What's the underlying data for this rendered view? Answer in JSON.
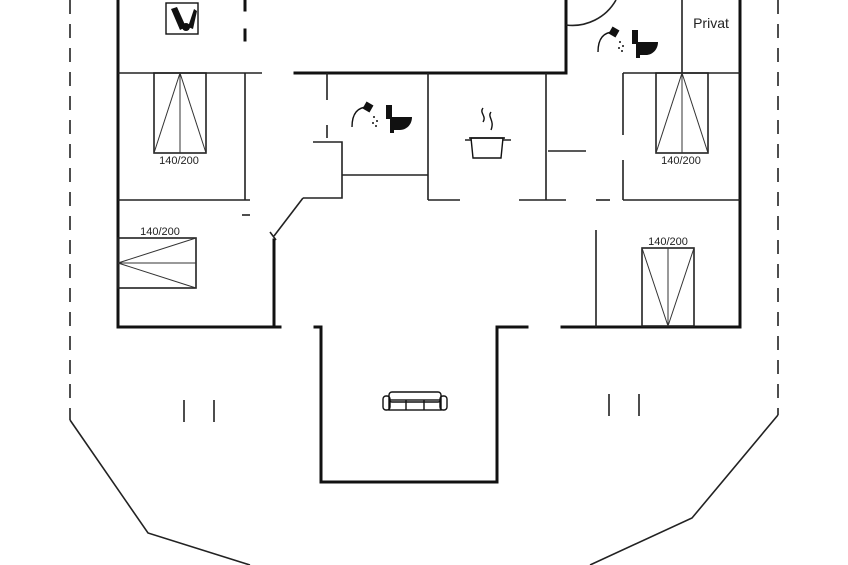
{
  "rooms": {
    "private_label": "Privat"
  },
  "beds": [
    {
      "id": "bed-upper-left",
      "label": "140/200"
    },
    {
      "id": "bed-upper-right",
      "label": "140/200"
    },
    {
      "id": "bed-lower-left",
      "label": "140/200"
    },
    {
      "id": "bed-lower-right",
      "label": "140/200"
    }
  ],
  "icons": {
    "utility": "washer-dryer-icon",
    "bath_center": "shower-toilet-icon",
    "bath_right": "shower-toilet-icon",
    "kitchen": "cooking-pot-icon",
    "living": "sofa-icon"
  }
}
